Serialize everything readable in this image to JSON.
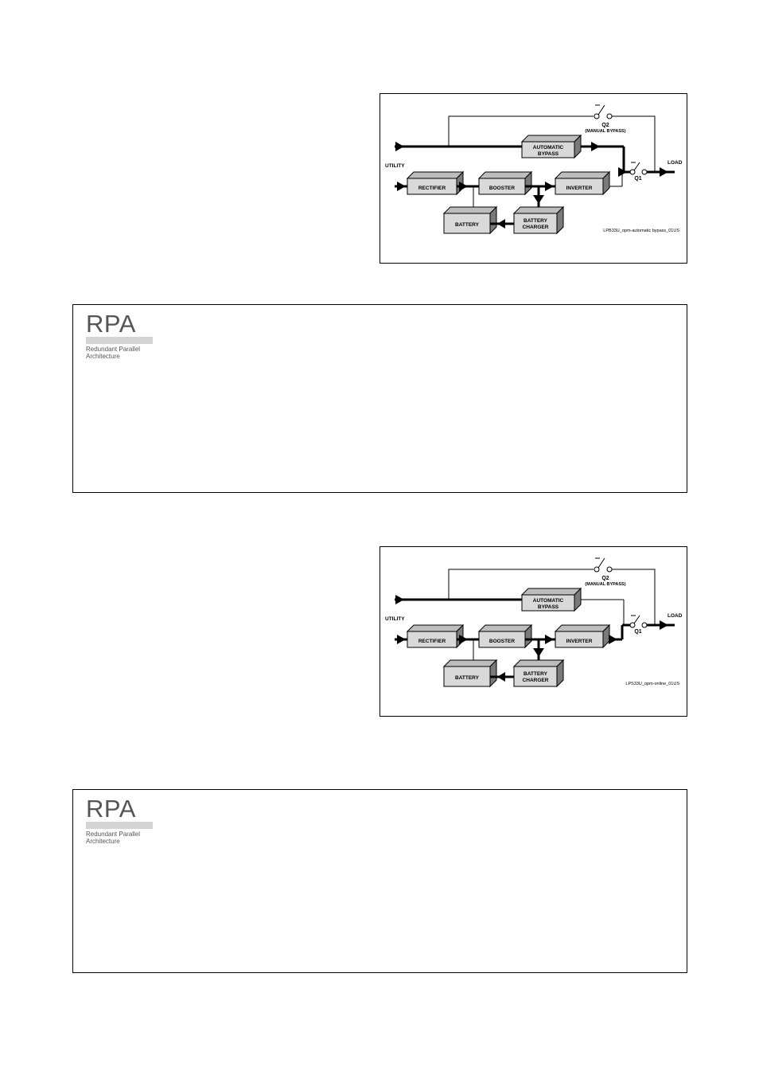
{
  "figures": [
    {
      "mode": "bypass",
      "labels": {
        "utility": "UTILITY",
        "load": "LOAD",
        "auto_bypass_1": "AUTOMATIC",
        "auto_bypass_2": "BYPASS",
        "rectifier": "RECTIFIER",
        "booster": "BOOSTER",
        "inverter": "INVERTER",
        "battery": "BATTERY",
        "charger_1": "BATTERY",
        "charger_2": "CHARGER",
        "q1": "Q1",
        "q2": "Q2",
        "manual_bypass": "(MANUAL BYPASS)",
        "caption": "LPB33U_opm-automatic bypass_01US"
      }
    },
    {
      "mode": "online",
      "labels": {
        "utility": "UTILITY",
        "load": "LOAD",
        "auto_bypass_1": "AUTOMATIC",
        "auto_bypass_2": "BYPASS",
        "rectifier": "RECTIFIER",
        "booster": "BOOSTER",
        "inverter": "INVERTER",
        "battery": "BATTERY",
        "charger_1": "BATTERY",
        "charger_2": "CHARGER",
        "q1": "Q1",
        "q2": "Q2",
        "manual_bypass": "(MANUAL BYPASS)",
        "caption": "LPS33U_opm-online_01US"
      }
    }
  ],
  "rpa_boxes": [
    {
      "title": "RPA",
      "subtitle_1": "Redundant Parallel",
      "subtitle_2": "Architecture"
    },
    {
      "title": "RPA",
      "subtitle_1": "Redundant Parallel",
      "subtitle_2": "Architecture"
    }
  ],
  "colors": {
    "block_front": "#d9d9d9",
    "block_top": "#bdbdbd",
    "block_side": "#7a7a7a",
    "rpa_gray": "#555555",
    "rpa_bar": "#d4d4d4"
  }
}
